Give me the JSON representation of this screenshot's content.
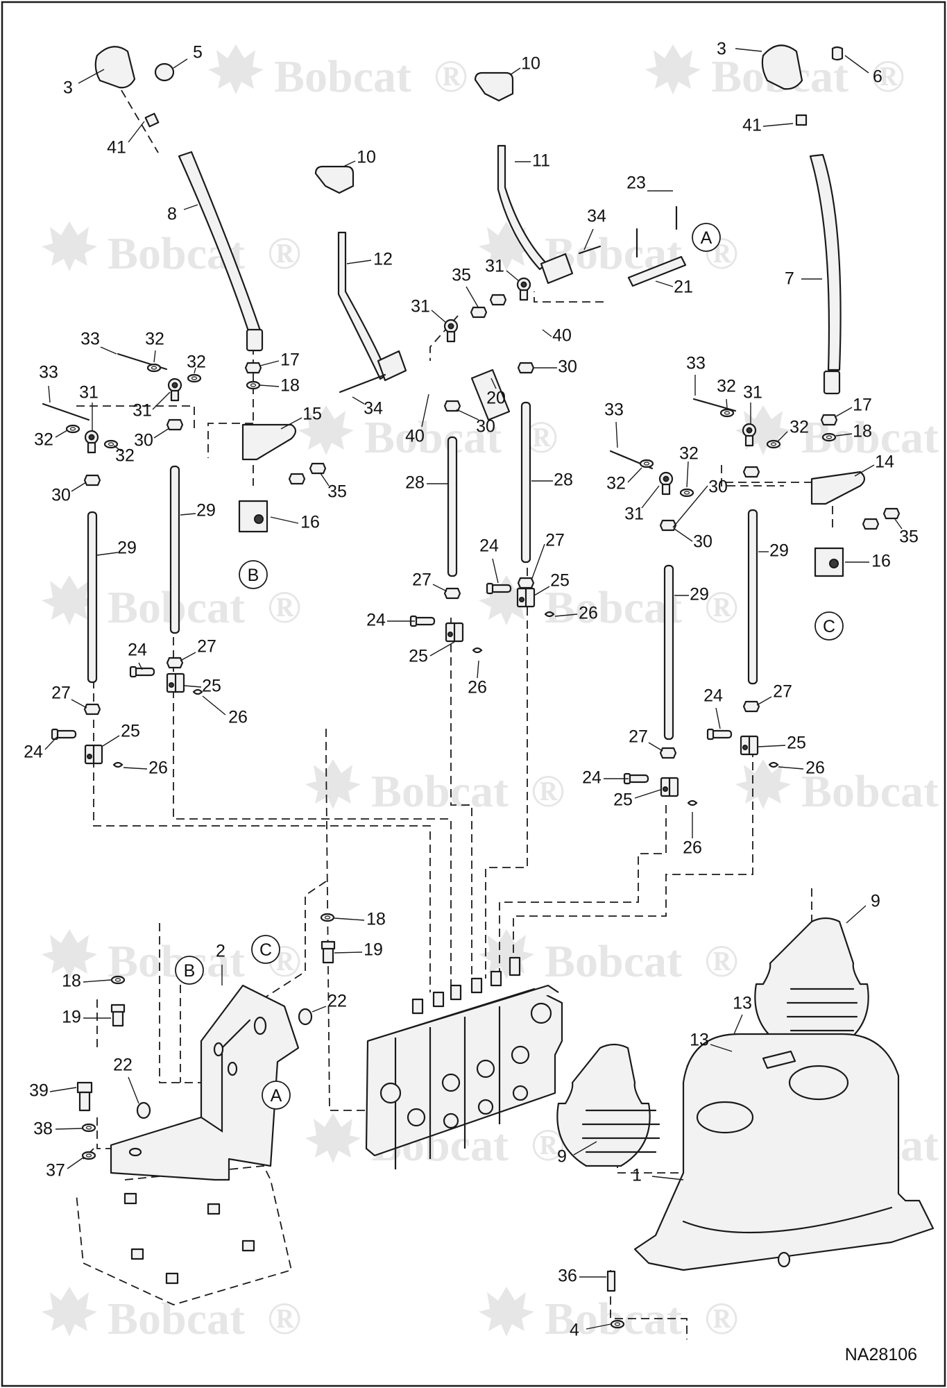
{
  "drawing_number": "NA28106",
  "watermark": {
    "text": "Bobcat",
    "mark": "®"
  },
  "reference_markers": [
    {
      "id": "A",
      "label": "A"
    },
    {
      "id": "B",
      "label": "B"
    },
    {
      "id": "C",
      "label": "C"
    }
  ],
  "callouts": [
    "1",
    "2",
    "3",
    "4",
    "5",
    "6",
    "7",
    "8",
    "9",
    "10",
    "11",
    "12",
    "13",
    "14",
    "15",
    "16",
    "17",
    "18",
    "19",
    "20",
    "21",
    "22",
    "23",
    "24",
    "25",
    "26",
    "27",
    "28",
    "29",
    "30",
    "31",
    "32",
    "33",
    "34",
    "35",
    "36",
    "37",
    "38",
    "39",
    "40",
    "41"
  ],
  "icons": {
    "watermark": "bobcat-head-logo",
    "reference": "circled-letter"
  }
}
